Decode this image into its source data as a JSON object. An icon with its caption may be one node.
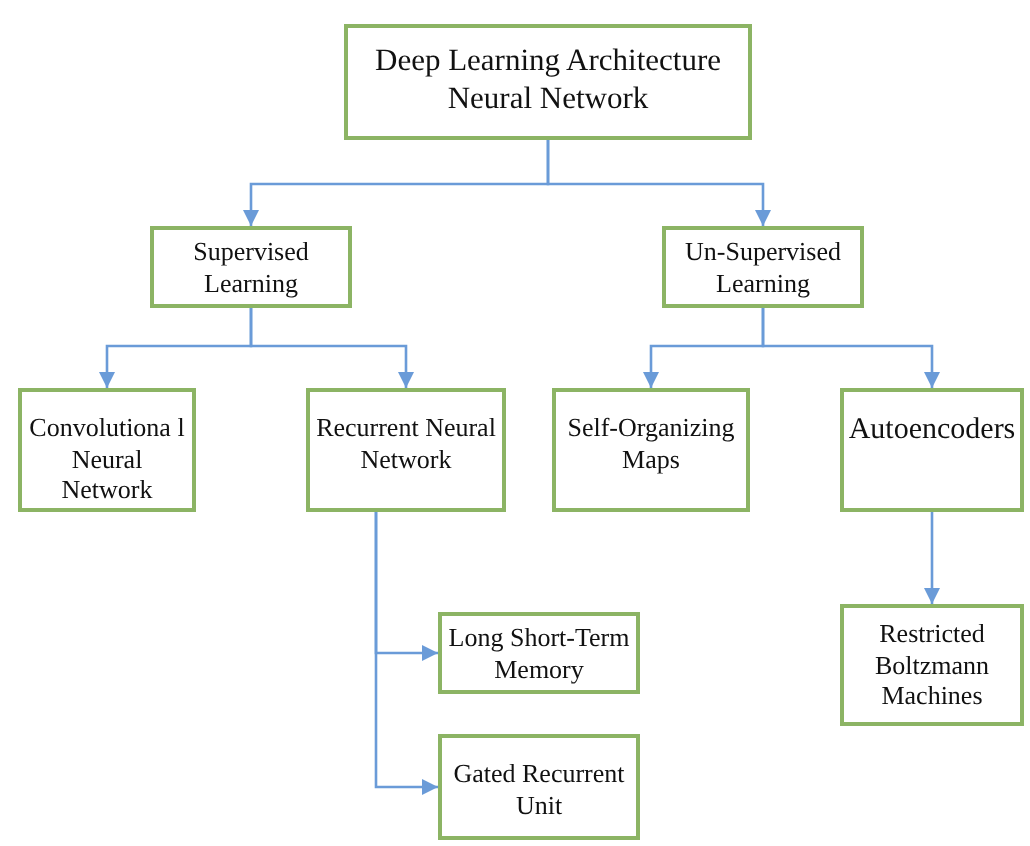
{
  "diagram": {
    "nodes": [
      {
        "text": [
          "Deep Learning Architecture Neural Network"
        ]
      },
      {
        "text": [
          "Supervised Learning"
        ]
      },
      {
        "text": [
          "Un-Supervised Learning"
        ]
      },
      {
        "text": [
          "Convolutiona l Neural Network"
        ]
      },
      {
        "text": [
          "Recurrent Neural Network"
        ]
      },
      {
        "text": [
          "Self-Organizing Maps"
        ]
      },
      {
        "text": [
          "Autoencoders"
        ]
      },
      {
        "text": [
          "Long Short-Term Memory"
        ]
      },
      {
        "text": [
          "Gated Recurrent Unit"
        ]
      },
      {
        "text": [
          "Restricted Boltzmann Machines"
        ]
      }
    ],
    "edges": [
      {
        "from": 0,
        "to": 1,
        "arrow": "to"
      },
      {
        "from": 0,
        "to": 2,
        "arrow": "to"
      },
      {
        "from": 1,
        "to": 3,
        "arrow": "to"
      },
      {
        "from": 1,
        "to": 4,
        "arrow": "to"
      },
      {
        "from": 2,
        "to": 5,
        "arrow": "to"
      },
      {
        "from": 2,
        "to": 6,
        "arrow": "to"
      },
      {
        "from": 4,
        "to": 7,
        "arrow": "to"
      },
      {
        "from": 4,
        "to": 8,
        "arrow": "to"
      },
      {
        "from": 6,
        "to": 9,
        "arrow": "to"
      }
    ]
  }
}
